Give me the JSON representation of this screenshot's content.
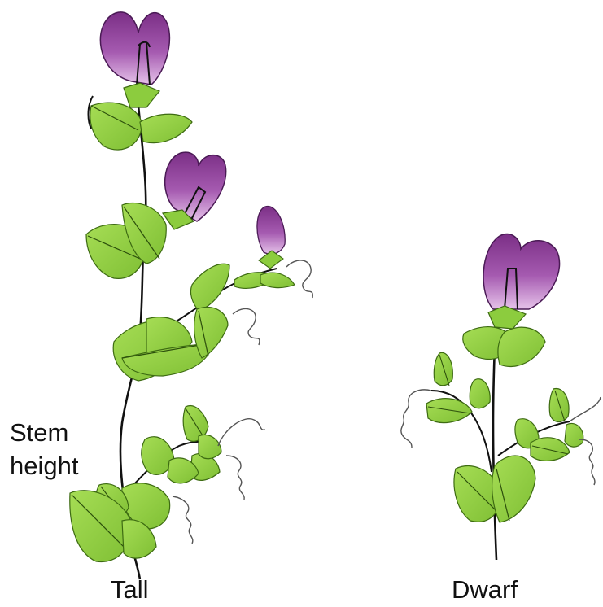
{
  "labels": {
    "stem_height_line1": "Stem",
    "stem_height_line2": "height",
    "tall": "Tall",
    "dwarf": "Dwarf"
  },
  "colors": {
    "leaf": "#8ccc3e",
    "leaf_edge": "#3d6b12",
    "flower_light": "#d9a6e0",
    "flower_dark": "#7b2f86",
    "stem": "#111111",
    "tendril": "#555555"
  }
}
